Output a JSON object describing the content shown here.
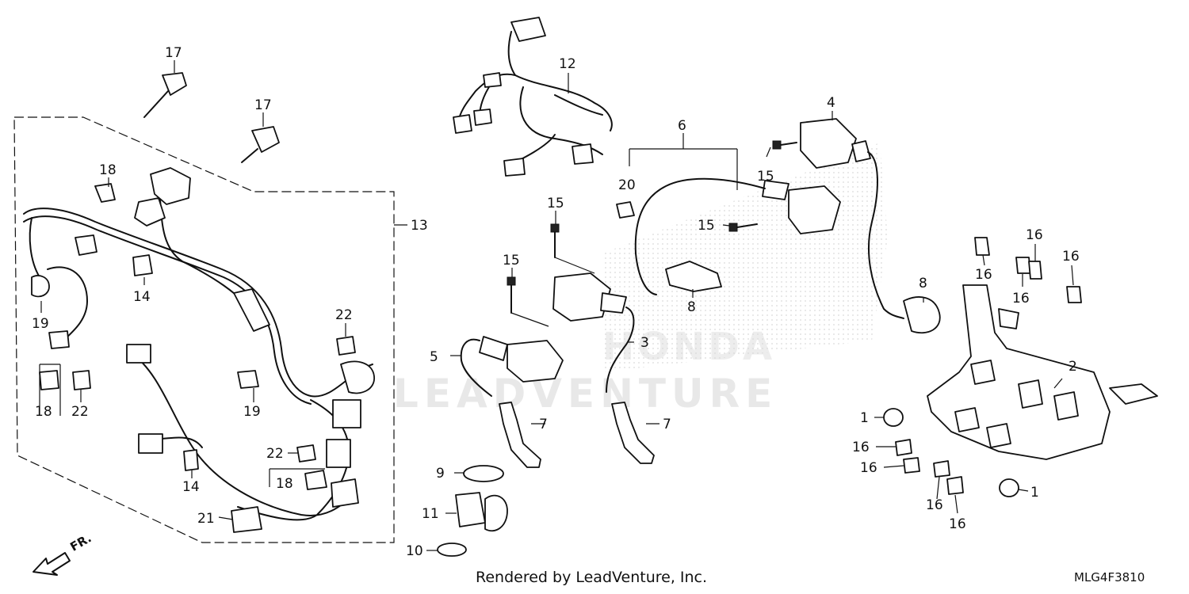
{
  "labels": {
    "l1a": "1",
    "l1b": "1",
    "l2": "2",
    "l3": "3",
    "l4": "4",
    "l5": "5",
    "l6": "6",
    "l7a": "7",
    "l7b": "7",
    "l8a": "8",
    "l8b": "8",
    "l9": "9",
    "l10": "10",
    "l11": "11",
    "l12": "12",
    "l13": "13",
    "l14a": "14",
    "l14b": "14",
    "l15a": "15",
    "l15b": "15",
    "l15c": "15",
    "l15d": "15",
    "l16a": "16",
    "l16b": "16",
    "l16c": "16",
    "l16d": "16",
    "l16e": "16",
    "l16f": "16",
    "l16g": "16",
    "l16h": "16",
    "l17a": "17",
    "l17b": "17",
    "l18a": "18",
    "l18b": "18",
    "l18c": "18",
    "l19a": "19",
    "l19b": "19",
    "l20": "20",
    "l21": "21",
    "l22a": "22",
    "l22b": "22",
    "l22c": "22"
  },
  "footer": {
    "rendered_by": "Rendered by LeadVenture, Inc.",
    "diagram_code": "MLG4F3810"
  },
  "direction_label": "FR.",
  "watermark": {
    "brand": "LEADVENTURE",
    "logo": "HONDA"
  },
  "icons": [
    "front-direction-arrow-icon"
  ]
}
